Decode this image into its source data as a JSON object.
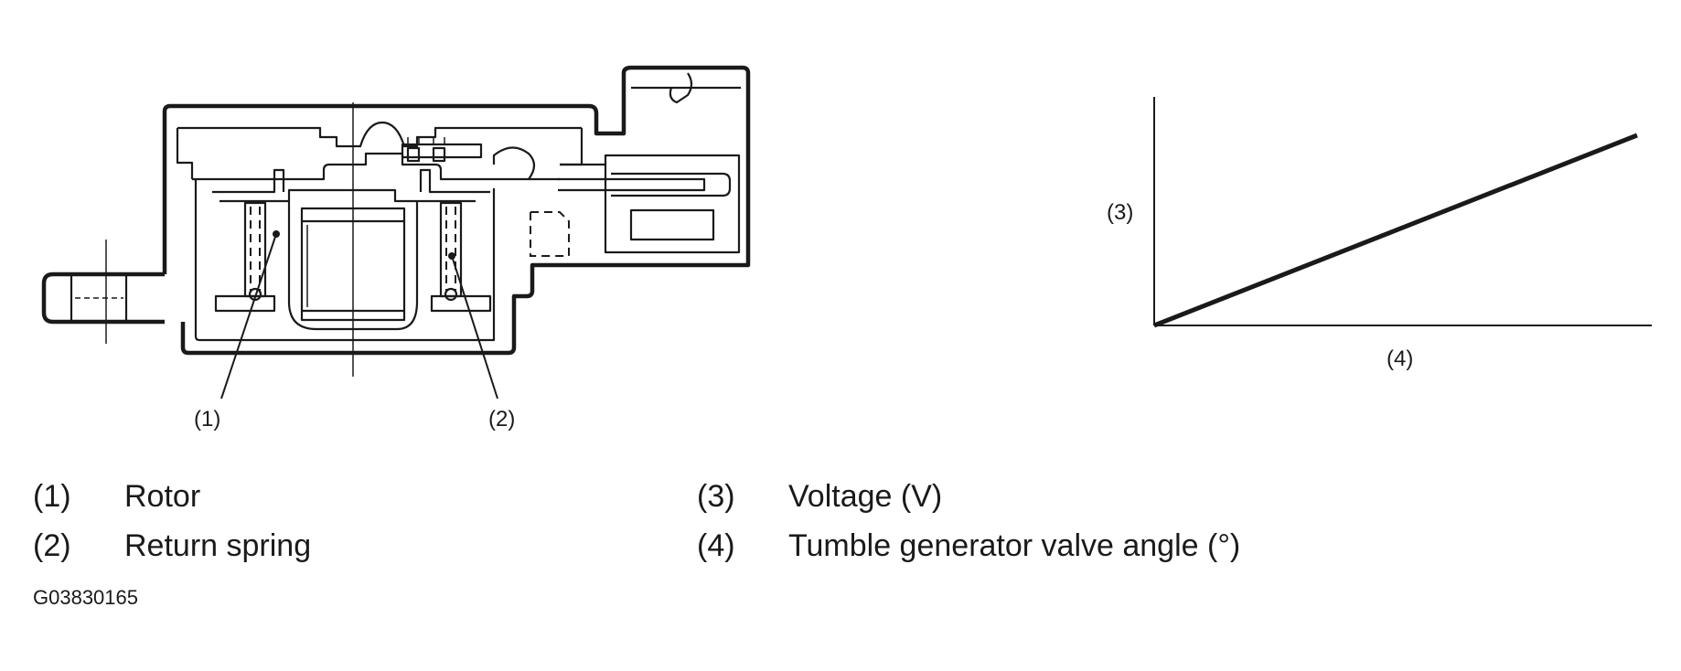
{
  "diagram": {
    "callouts": {
      "rotor": "(1)",
      "spring": "(2)",
      "voltage": "(3)",
      "angle": "(4)"
    }
  },
  "legend": [
    {
      "num": "(1)",
      "text": "Rotor"
    },
    {
      "num": "(2)",
      "text": "Return spring"
    },
    {
      "num": "(3)",
      "text": "Voltage (V)"
    },
    {
      "num": "(4)",
      "text": "Tumble generator valve angle (°)"
    }
  ],
  "figure_code": "G03830165"
}
